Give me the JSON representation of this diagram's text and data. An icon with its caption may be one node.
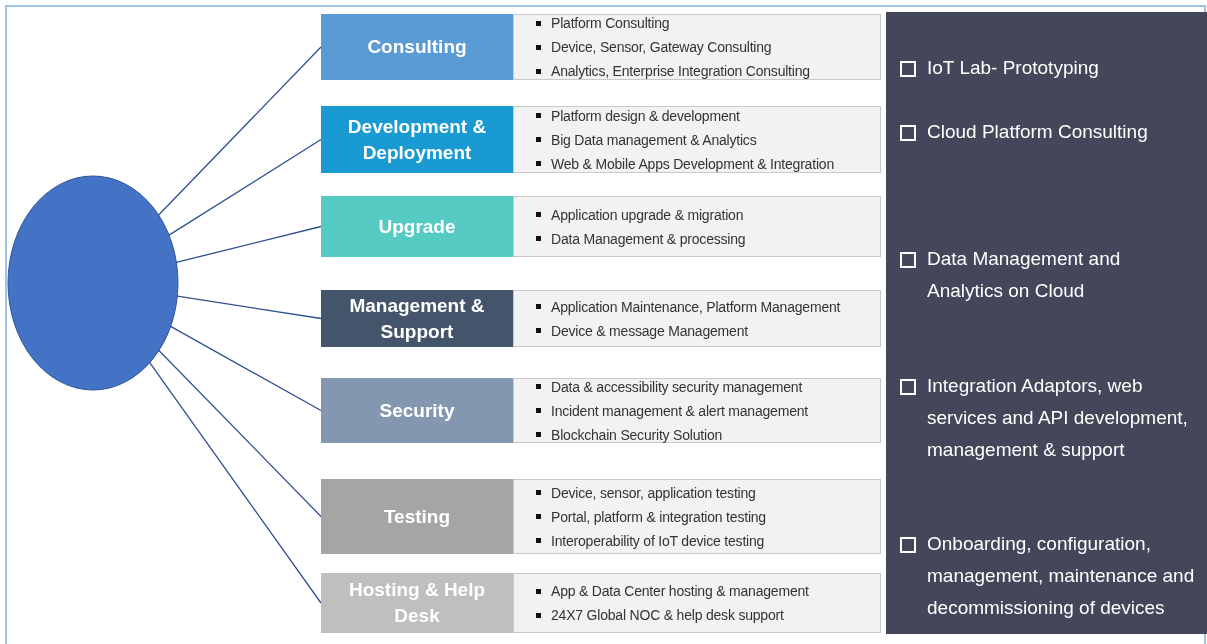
{
  "diagram": {
    "nodes": [
      {
        "text": [],
        "shape": "circle"
      },
      {
        "text": [
          "Consulting"
        ]
      },
      {
        "text": [
          "Platform Consulting",
          "Device, Sensor, Gateway Consulting",
          "Analytics, Enterprise Integration Consulting"
        ]
      },
      {
        "text": [
          "Development & Deployment"
        ]
      },
      {
        "text": [
          "Platform design & development",
          "Big Data management & Analytics",
          "Web & Mobile Apps Development & Integration"
        ]
      },
      {
        "text": [
          "Upgrade"
        ]
      },
      {
        "text": [
          "Application upgrade & migration",
          "Data Management & processing"
        ]
      },
      {
        "text": [
          "Management & Support"
        ]
      },
      {
        "text": [
          "Application Maintenance, Platform Management",
          "Device & message Management"
        ]
      },
      {
        "text": [
          "Security"
        ]
      },
      {
        "text": [
          "Data & accessibility security management",
          "Incident management & alert management",
          "Blockchain Security Solution"
        ]
      },
      {
        "text": [
          "Testing"
        ]
      },
      {
        "text": [
          "Device, sensor, application testing",
          "Portal, platform & integration testing",
          "Interoperability of IoT device testing"
        ]
      },
      {
        "text": [
          "Hosting & Help Desk"
        ]
      },
      {
        "text": [
          "App & Data Center hosting & management",
          "24X7 Global NOC & help desk support"
        ]
      },
      {
        "text": [
          "IoT Lab- Prototyping",
          "Cloud Platform Consulting",
          "Data Management and Analytics on Cloud",
          "Integration Adaptors, web services and API development, management & support",
          "Onboarding, configuration, management, maintenance and decommissioning of devices"
        ]
      }
    ],
    "edges": [
      {
        "from": 0,
        "to": 1,
        "arrow": "none"
      },
      {
        "from": 0,
        "to": 3,
        "arrow": "none"
      },
      {
        "from": 0,
        "to": 5,
        "arrow": "none"
      },
      {
        "from": 0,
        "to": 7,
        "arrow": "none"
      },
      {
        "from": 0,
        "to": 9,
        "arrow": "none"
      },
      {
        "from": 0,
        "to": 11,
        "arrow": "none"
      },
      {
        "from": 0,
        "to": 13,
        "arrow": "none"
      }
    ]
  }
}
